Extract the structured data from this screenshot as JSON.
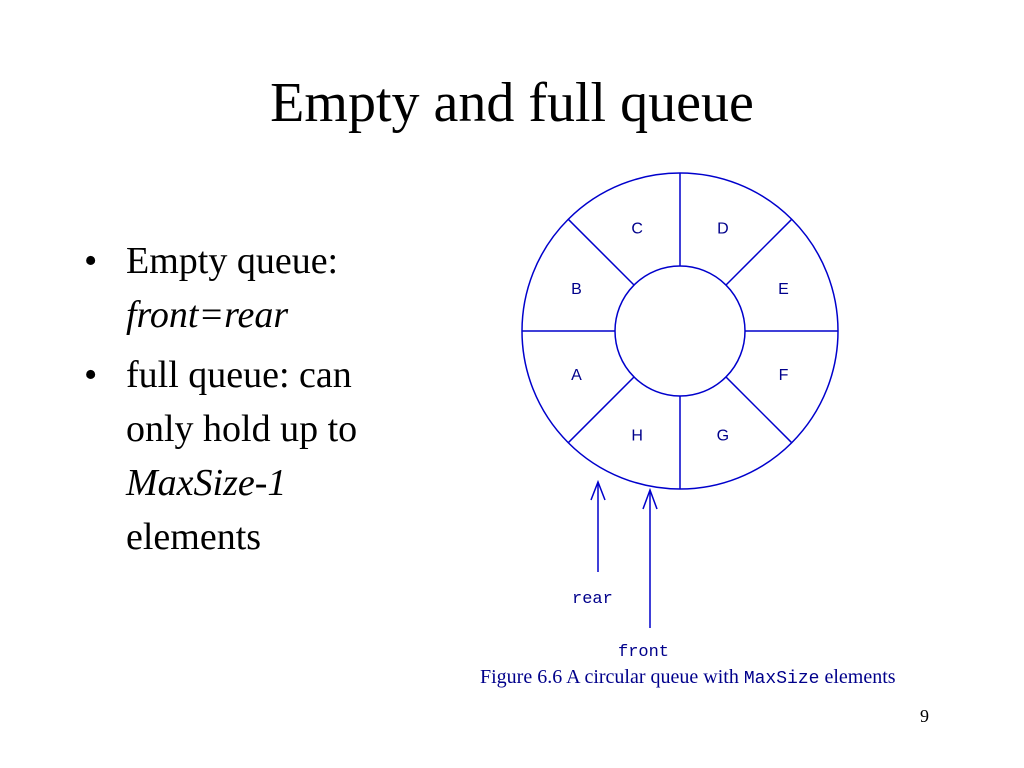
{
  "slide": {
    "title": "Empty and full queue",
    "page_number": "9"
  },
  "bullets": [
    {
      "lines": [
        "Empty queue:",
        "front=rear"
      ],
      "italic_lines": [
        1
      ]
    },
    {
      "lines": [
        "full queue: can",
        "only hold up to",
        "MaxSize-1",
        "elements"
      ],
      "italic_lines": [
        2
      ]
    }
  ],
  "figure": {
    "slots": [
      "C",
      "D",
      "E",
      "F",
      "G",
      "H",
      "A",
      "B"
    ],
    "pointers": {
      "rear_label": "rear",
      "front_label": "front"
    },
    "caption": {
      "prefix": "Figure 6.6 A circular queue with ",
      "code": "MaxSize",
      "suffix": " elements"
    },
    "colors": {
      "line": "#0000cc",
      "text": "#00008b"
    }
  }
}
